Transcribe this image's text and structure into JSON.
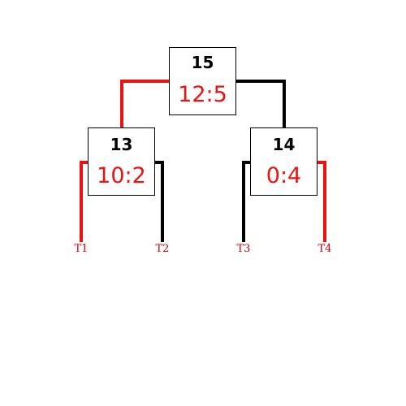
{
  "colors": {
    "winner": "#ee1111",
    "loser": "#000000",
    "team_label": "#cc0000"
  },
  "matches": {
    "final": {
      "id": "15",
      "score": "12:5"
    },
    "semi_left": {
      "id": "13",
      "score": "10:2"
    },
    "semi_right": {
      "id": "14",
      "score": "0:4"
    }
  },
  "teams": [
    "T1",
    "T2",
    "T3",
    "T4"
  ]
}
